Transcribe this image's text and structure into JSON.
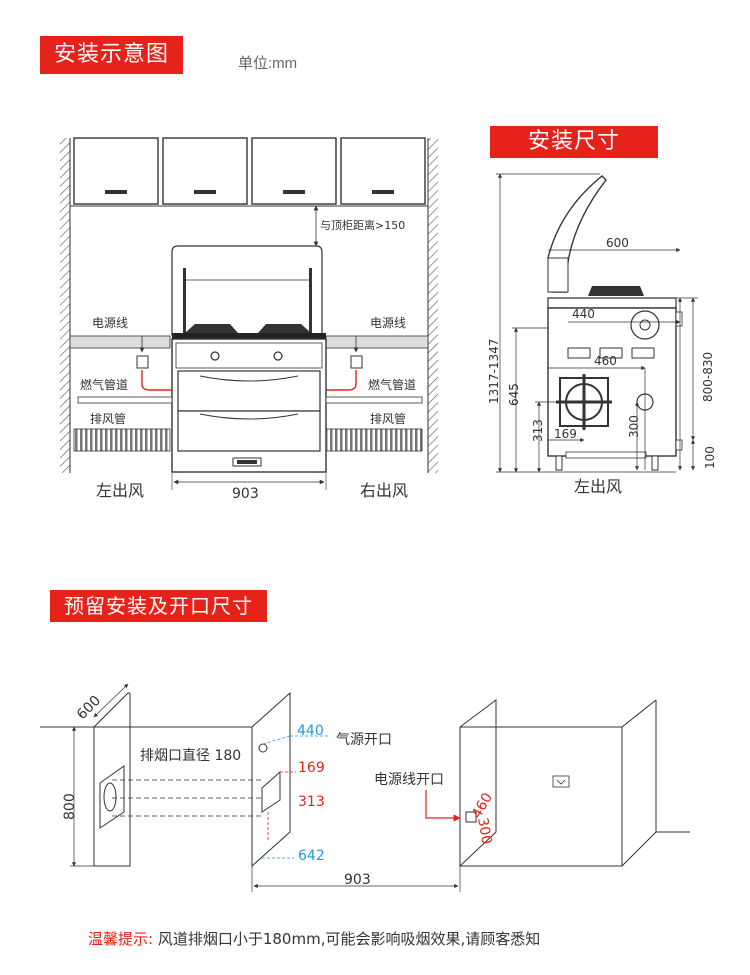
{
  "sections": {
    "install_diagram": "安装示意图",
    "install_size": "安装尺寸",
    "reserved_opening": "预留安装及开口尺寸"
  },
  "unit_label": "单位:mm",
  "diagram1": {
    "top_cabinet_distance": "与顶柜距离>150",
    "power_left": "电源线",
    "power_right": "电源线",
    "gas_left": "燃气管道",
    "gas_right": "燃气管道",
    "exhaust_left": "排风管",
    "exhaust_right": "排风管",
    "left_outlet": "左出风",
    "right_outlet": "右出风",
    "width": "903"
  },
  "diagram2": {
    "width_600": "600",
    "depth_440": "440",
    "d_460": "460",
    "d_169": "169",
    "d_300": "300",
    "d_313": "313",
    "d_645": "645",
    "d_1317": "1317-1347",
    "d_800": "800-830",
    "d_100": "100",
    "left_outlet": "左出风"
  },
  "diagram3": {
    "depth": "600",
    "height": "800",
    "exhaust_label": "排烟口直径 180",
    "d_440": "440",
    "gas_inlet": "气源开口",
    "d_169": "169",
    "d_313": "313",
    "d_642": "642",
    "power_opening": "电源线开口",
    "d_460": "460",
    "d_300": "300",
    "width": "903"
  },
  "tip": {
    "label": "温馨提示:",
    "text": "风道排烟口小于180mm,可能会影响吸烟效果,请顾客悉知"
  },
  "colors": {
    "accent": "#e5231b",
    "dim_red": "#e5231b",
    "dim_blue": "#1e9be0",
    "line": "#333333"
  }
}
